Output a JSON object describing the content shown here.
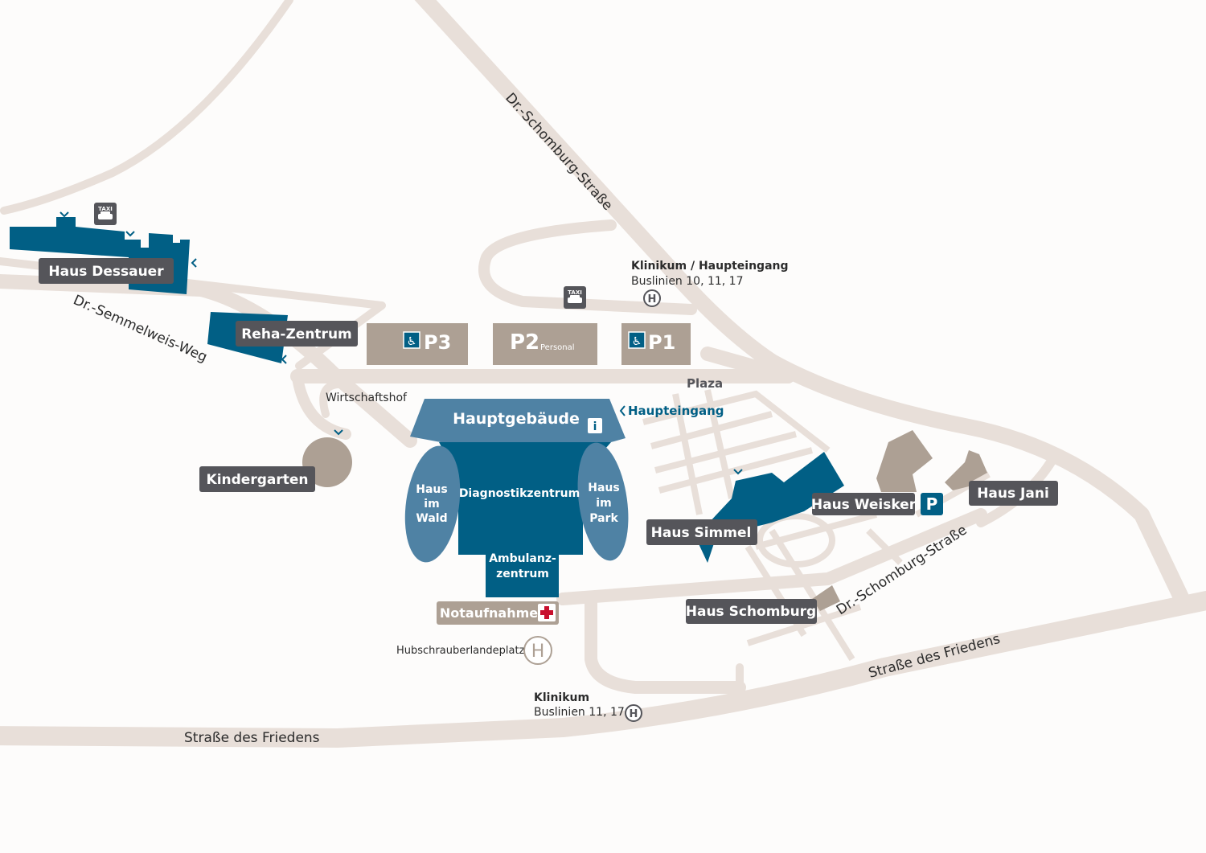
{
  "colors": {
    "background": "#fdfcfb",
    "road": "#e8dfd9",
    "building_dark": "#015f85",
    "building_light": "#4f82a4",
    "parking": "#ada094",
    "label": "#55555a",
    "accent_red": "#c8102e",
    "text_dark": "#2b2b2b"
  },
  "roads": {
    "schomburg_north": "Dr.-Schomburg-Straße",
    "semmelweis": "Dr.-Semmelweis-Weg",
    "friedens_west": "Straße des Friedens",
    "friedens_east": "Straße des Friedens",
    "schomburg_south": "Dr.-Schomburg-Straße"
  },
  "buildings": {
    "haus_dessauer": "Haus Dessauer",
    "reha_zentrum": "Reha-Zentrum",
    "kindergarten": "Kindergarten",
    "wirtschaftshof": "Wirtschaftshof",
    "hauptgebaeude": "Hauptgebäude",
    "diagnostikzentrum": "Diagnostikzentrum",
    "haus_im_wald": [
      "Haus",
      "im",
      "Wald"
    ],
    "haus_im_park": [
      "Haus",
      "im",
      "Park"
    ],
    "ambulanzzentrum": [
      "Ambulanz-",
      "zentrum"
    ],
    "notaufnahme": "Notaufnahme",
    "haus_simmel": "Haus Simmel",
    "haus_weisker": "Haus Weisker",
    "haus_jani": "Haus Jani",
    "haus_schomburg": "Haus Schomburg"
  },
  "parking": {
    "p3": "P3",
    "p2": "P2",
    "p2_sub": "Personal",
    "p1": "P1",
    "p_sign": "P"
  },
  "places": {
    "plaza": "Plaza",
    "haupteingang": "Haupteingang",
    "hubschrauber": "Hubschrauberlandeplatz",
    "info": "i",
    "heli_symbol": "H",
    "bus_symbol": "H"
  },
  "bus_stops": {
    "haupteingang_title": "Klinikum / Haupteingang",
    "haupteingang_lines": "Buslinien 10, 11, 17",
    "klinikum_title": "Klinikum",
    "klinikum_lines": "Buslinien 11, 17"
  },
  "taxi": {
    "label": "TAXI"
  },
  "icons": [
    "taxi-icon",
    "wheelchair-icon",
    "info-icon",
    "bus-stop-icon",
    "helipad-icon",
    "red-cross-icon",
    "parking-icon",
    "entrance-chevron-icon"
  ]
}
